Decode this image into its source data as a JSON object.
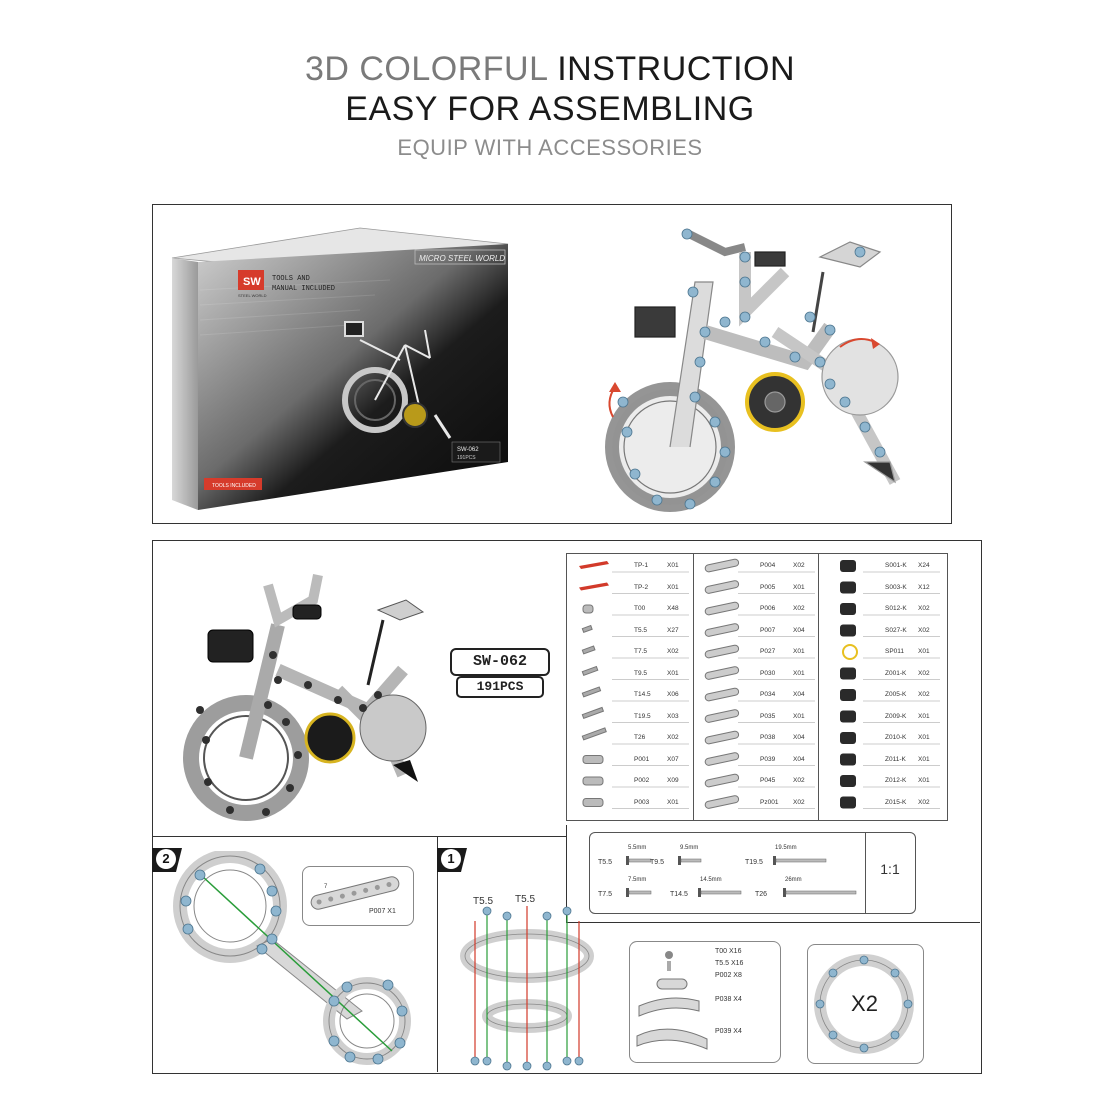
{
  "heading": {
    "line1_light": "3D COLORFUL",
    "line1_dark": "INSTRUCTION",
    "line2": "EASY FOR ASSEMBLING",
    "line3": "EQUIP WITH ACCESSORIES"
  },
  "box_art": {
    "logo": "SW",
    "logo_sub": "STEEL WORLD",
    "tools_line1": "TOOLS AND",
    "tools_line2": "MANUAL INCLUDED",
    "brand": "MICRO STEEL WORLD",
    "model": "SW-062",
    "pieces": "191PCS",
    "tools_badge": "TOOLS INCLUDED"
  },
  "model_badge": {
    "model": "SW-062",
    "pieces": "191PCS"
  },
  "parts": {
    "col1": [
      {
        "name": "TP-1",
        "qty": "X01"
      },
      {
        "name": "TP-2",
        "qty": "X01"
      },
      {
        "name": "T00",
        "qty": "X48"
      },
      {
        "name": "T5.5",
        "qty": "X27"
      },
      {
        "name": "T7.5",
        "qty": "X02"
      },
      {
        "name": "T9.5",
        "qty": "X01"
      },
      {
        "name": "T14.5",
        "qty": "X06"
      },
      {
        "name": "T19.5",
        "qty": "X03"
      },
      {
        "name": "T26",
        "qty": "X02"
      },
      {
        "name": "P001",
        "qty": "X07"
      },
      {
        "name": "P002",
        "qty": "X09"
      },
      {
        "name": "P003",
        "qty": "X01"
      }
    ],
    "col2": [
      {
        "name": "P004",
        "qty": "X02"
      },
      {
        "name": "P005",
        "qty": "X01"
      },
      {
        "name": "P006",
        "qty": "X02"
      },
      {
        "name": "P007",
        "qty": "X04"
      },
      {
        "name": "P027",
        "qty": "X01"
      },
      {
        "name": "P030",
        "qty": "X01"
      },
      {
        "name": "P034",
        "qty": "X04"
      },
      {
        "name": "P035",
        "qty": "X01"
      },
      {
        "name": "P038",
        "qty": "X04"
      },
      {
        "name": "P039",
        "qty": "X04"
      },
      {
        "name": "P045",
        "qty": "X02"
      },
      {
        "name": "Pz001",
        "qty": "X02"
      }
    ],
    "col3": [
      {
        "name": "S001-K",
        "qty": "X24"
      },
      {
        "name": "S003-K",
        "qty": "X12"
      },
      {
        "name": "S012-K",
        "qty": "X02"
      },
      {
        "name": "S027-K",
        "qty": "X02"
      },
      {
        "name": "SP011",
        "qty": "X01"
      },
      {
        "name": "Z001-K",
        "qty": "X02"
      },
      {
        "name": "Z005-K",
        "qty": "X02"
      },
      {
        "name": "Z009-K",
        "qty": "X01"
      },
      {
        "name": "Z010-K",
        "qty": "X01"
      },
      {
        "name": "Z011-K",
        "qty": "X01"
      },
      {
        "name": "Z012-K",
        "qty": "X01"
      },
      {
        "name": "Z015-K",
        "qty": "X02"
      }
    ]
  },
  "screw_chart": {
    "row1": [
      {
        "code": "T5.5",
        "length": "5.5mm"
      },
      {
        "code": "T9.5",
        "length": "9.5mm"
      },
      {
        "code": "T19.5",
        "length": "19.5mm"
      }
    ],
    "row2": [
      {
        "code": "T7.5",
        "length": "7.5mm"
      },
      {
        "code": "T14.5",
        "length": "14.5mm"
      },
      {
        "code": "T26",
        "length": "26mm"
      }
    ],
    "scale": "1:1"
  },
  "step2": {
    "number": "2",
    "part_callout": "P007 X1",
    "part_mark": "7"
  },
  "step1": {
    "number": "1",
    "label_a": "T5.5",
    "label_b": "T5.5",
    "parts": [
      "T00 X16",
      "T5.5 X16",
      "P002 X8",
      "P038 X4",
      "P039 X4"
    ],
    "multiplier": "X2"
  },
  "colors": {
    "heading_light": "#7a7a7a",
    "heading_dark": "#1a1a1a",
    "frame": "#333333",
    "screw_blue": "#8fb6cf",
    "guide_green": "#2a9d3a",
    "guide_red": "#d23a2a",
    "arrow_red": "#d9482f",
    "gear_yellow": "#e8c020"
  }
}
